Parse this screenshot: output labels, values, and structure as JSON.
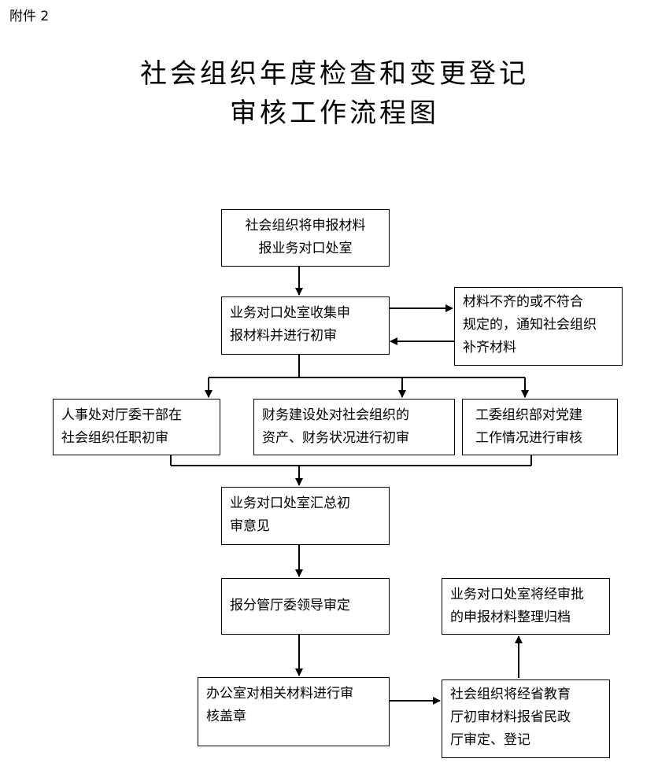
{
  "attachment_label": "附件 2",
  "title": {
    "line1": "社会组织年度检查和变更登记",
    "line2": "审核工作流程图"
  },
  "steps": {
    "submit": "社会组织将申报材料\n报业务对口处室",
    "collect": "业务对口处室收集申\n报材料并进行初审",
    "supplement": "材料不齐的或不符合\n规定的，通知社会组织\n补齐材料",
    "personnel": "人事处对厅委干部在\n社会组织任职初审",
    "finance": "财务建设处对社会组织的\n资产、财务状况进行初审",
    "party": "工委组织部对党建\n工作情况进行审核",
    "summary": "业务对口处室汇总初\n审意见",
    "leader": "报分管厅委领导审定",
    "office": "办公室对相关材料进行审\n核盖章",
    "ministry": "社会组织将经省教育\n厅初审材料报省民政\n厅审定、登记",
    "archive": "业务对口处室将经审批\n的申报材料整理归档"
  }
}
